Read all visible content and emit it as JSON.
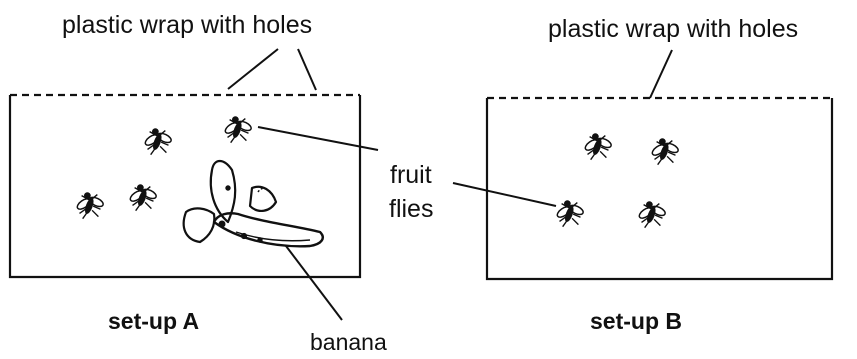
{
  "labels": {
    "wrap_a": "plastic wrap with holes",
    "wrap_b": "plastic wrap with holes",
    "flies_line1": "fruit",
    "flies_line2": "flies",
    "banana": "banana",
    "setup_a": "set-up A",
    "setup_b": "set-up B"
  },
  "colors": {
    "ink": "#111111",
    "background": "#ffffff"
  },
  "icons": {
    "fly": "fruit-fly-icon",
    "banana": "banana-icon"
  }
}
